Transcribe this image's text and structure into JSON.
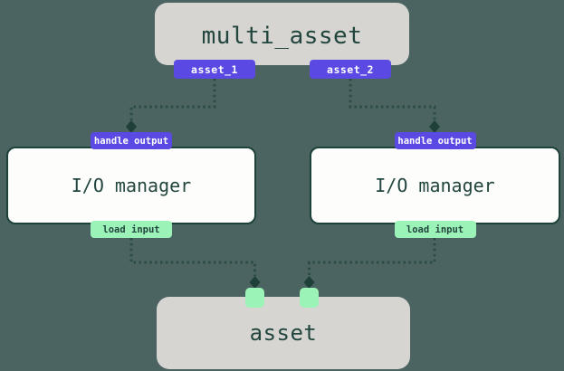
{
  "colors": {
    "background": "#4b6361",
    "node_fill_gray": "#d7d5d2",
    "node_fill_white": "#fdfdfc",
    "node_border": "#1c423a",
    "text_dark": "#22463e",
    "accent_purple": "#5a49e2",
    "accent_mint": "#9cf3b8",
    "edge": "#2b4c44",
    "diamond": "#1e4039",
    "tag_text_light": "#ffffff"
  },
  "nodes": {
    "multi_asset": {
      "title": "multi_asset",
      "outputs": [
        {
          "label": "asset_1"
        },
        {
          "label": "asset_2"
        }
      ]
    },
    "io_manager_left": {
      "title": "I/O manager",
      "top_tag": "handle output",
      "bottom_tag": "load input"
    },
    "io_manager_right": {
      "title": "I/O manager",
      "top_tag": "handle output",
      "bottom_tag": "load input"
    },
    "asset": {
      "title": "asset",
      "input_ports": 2
    }
  },
  "edges": [
    {
      "from": "multi_asset.asset_1",
      "to": "io_manager_left.handle_output"
    },
    {
      "from": "multi_asset.asset_2",
      "to": "io_manager_right.handle_output"
    },
    {
      "from": "io_manager_left.load_input",
      "to": "asset.input_port_1"
    },
    {
      "from": "io_manager_right.load_input",
      "to": "asset.input_port_2"
    }
  ]
}
